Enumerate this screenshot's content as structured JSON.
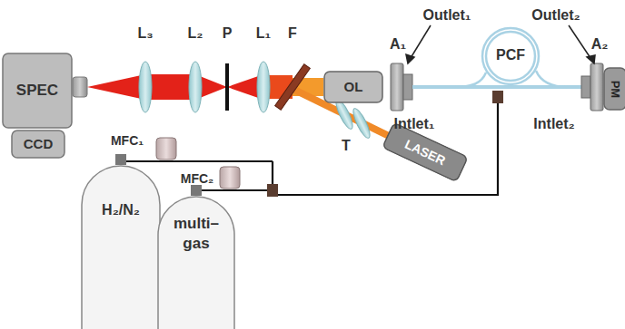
{
  "diagram": {
    "nodes": [
      {
        "text": [
          "SPEC"
        ]
      },
      {
        "text": [
          "CCD"
        ]
      },
      {
        "text": [
          "OL"
        ]
      },
      {
        "text": [
          "LASER"
        ]
      },
      {
        "text": [
          "PM"
        ]
      },
      {
        "text": [
          "H₂/N₂"
        ]
      },
      {
        "text": [
          "multi– gas"
        ]
      }
    ],
    "labels": [
      "L₃",
      "L₂",
      "P",
      "L₁",
      "F",
      "A₁",
      "Outlet₁",
      "PCF",
      "Outlet₂",
      "A₂",
      "Intlet₁",
      "Intlet₂",
      "T",
      "MFC₁",
      "MFC₂"
    ]
  }
}
